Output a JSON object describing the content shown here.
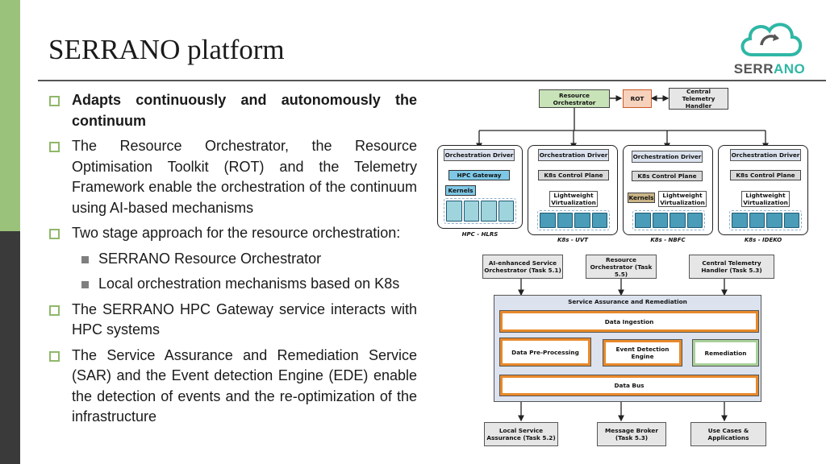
{
  "slide": {
    "title": "SERRANO platform"
  },
  "logo": {
    "text_a": "SERR",
    "text_b": "ANO",
    "icon": "cloud-refresh-icon"
  },
  "bullets": [
    {
      "level": 1,
      "bold": true,
      "text": "Adapts continuously and autonomously the continuum"
    },
    {
      "level": 1,
      "bold": false,
      "text": "The Resource Orchestrator, the Resource Optimisation Toolkit (ROT) and the Telemetry Framework enable the orchestration of the continuum using AI-based mechanisms"
    },
    {
      "level": 1,
      "bold": false,
      "text": "Two stage approach for the resource orchestration:"
    },
    {
      "level": 2,
      "bold": false,
      "text": "SERRANO Resource Orchestrator"
    },
    {
      "level": 2,
      "bold": false,
      "text": "Local orchestration mechanisms based on K8s"
    },
    {
      "level": 1,
      "bold": false,
      "text": "The SERRANO HPC Gateway service interacts with  HPC systems"
    },
    {
      "level": 1,
      "bold": false,
      "text": "The Service Assurance and Remediation Service (SAR) and the Event detection Engine (EDE) enable the detection of events and the re-optimization of the infrastructure"
    }
  ],
  "top_diagram": {
    "resource_orchestrator": "Resource Orchestrator",
    "rot": "ROT",
    "telemetry_handler": "Central Telemetry Handler",
    "orchestration_driver": "Orchestration Driver",
    "hpc_gateway": "HPC Gateway",
    "kernels": "Kernels",
    "k8s_control_plane": "K8s Control Plane",
    "lightweight_virtualization": "Lightweight Virtualization",
    "site_labels": [
      "HPC - HLRS",
      "K8s - UVT",
      "K8s - NBFC",
      "K8s - IDEKO"
    ]
  },
  "bottom_diagram": {
    "top_boxes": [
      "AI-enhanced Service Orchestrator (Task 5.1)",
      "Resource Orchestrator (Task 5.5)",
      "Central Telemetry Handler (Task 5.3)"
    ],
    "container_title": "Service Assurance and Remediation",
    "data_ingestion": "Data Ingestion",
    "data_preprocessing": "Data Pre-Processing",
    "event_detection": "Event Detection Engine",
    "remediation": "Remediation",
    "data_bus": "Data Bus",
    "bottom_boxes": [
      "Local Service Assurance (Task 5.2)",
      "Message Broker (Task 5.3)",
      "Use Cases & Applications"
    ]
  },
  "colors": {
    "accent_green": "#8fb86a",
    "dark_bar": "#3a3a3a",
    "logo_teal": "#2fb7a5",
    "box_orange": "#e8892b",
    "panel_blue": "#dce3ef"
  }
}
